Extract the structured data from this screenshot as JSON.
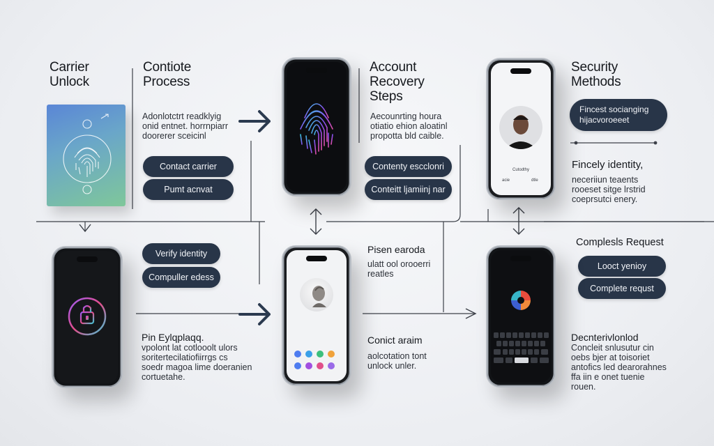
{
  "col1": {
    "title_line1": "Carrier",
    "title_line2": "Unlock",
    "description_line1": "Pin Eylqplaqq.",
    "description_line2": "vpolont lat cotlooolt ulors",
    "description_line3": "soritertecilatiofiirrgs cs",
    "description_line4": "soedr magoa lime doeranien",
    "description_line5": "cortuetahe."
  },
  "col2": {
    "title_line1": "Contiote",
    "title_line2": "Process",
    "description_line1": "Adonlotctrt readklyig",
    "description_line2": "onid entnet. horrnpiarr",
    "description_line3": "doorerer sceicinl",
    "button1": "Contact carrier",
    "button2": "Pumt acnvat",
    "button3": "Verify identity",
    "button4": "Compuller edess"
  },
  "col3": {
    "title_line1": "Account",
    "title_line2": "Recovery",
    "title_line3": "Steps",
    "description_line1": "Aecounrting houra",
    "description_line2": "otiatio ehion aloatinl",
    "description_line3": "propotta bld caible.",
    "button1": "Contenty escclonri",
    "button2": "Conteitt ljamiinj nar",
    "subheading1": "Pisen earoda",
    "sub1_line1": "ulatt ool orooerri",
    "sub1_line2": "reatles",
    "subheading2": "Conict araim",
    "sub2_line1": "aolcotation tont",
    "sub2_line2": "unlock unler."
  },
  "col4": {
    "title_line1": "Security",
    "title_line2": "Methods",
    "pill_line1": "Fincest socianging",
    "pill_line2": "hijacvoroeeet",
    "subheading1": "Fincely identity,",
    "sub1_line1": "neceriiun teaents",
    "sub1_line2": "rooeset sitge lrstrid",
    "sub1_line3": "coeprsutci enery.",
    "heading2": "Complesls Request",
    "button1": "Looct yenioy",
    "button2": "Complete requst",
    "subheading3": "Decnterivlonlod",
    "sub3_line1": "Concleit snlusutur cin",
    "sub3_line2": "oebs bjer at toisoriet",
    "sub3_line3": "antofics led dearorahnes",
    "sub3_line4": "ffa iin e onet tuenie",
    "sub3_line5": "rouen."
  },
  "phone_profile": {
    "name_label": "Cutodthy",
    "left_label": "acie",
    "right_label": "dtle"
  },
  "colors": {
    "pill_bg": "#283548",
    "accent_purple": "#8a4df0",
    "accent_cyan": "#2fc4d6",
    "line": "#3b3f47"
  },
  "icons": [
    "fingerprint-icon",
    "lock-icon",
    "avatar-icon",
    "arrow-right-icon",
    "double-arrow-icon",
    "keyboard-icon"
  ]
}
